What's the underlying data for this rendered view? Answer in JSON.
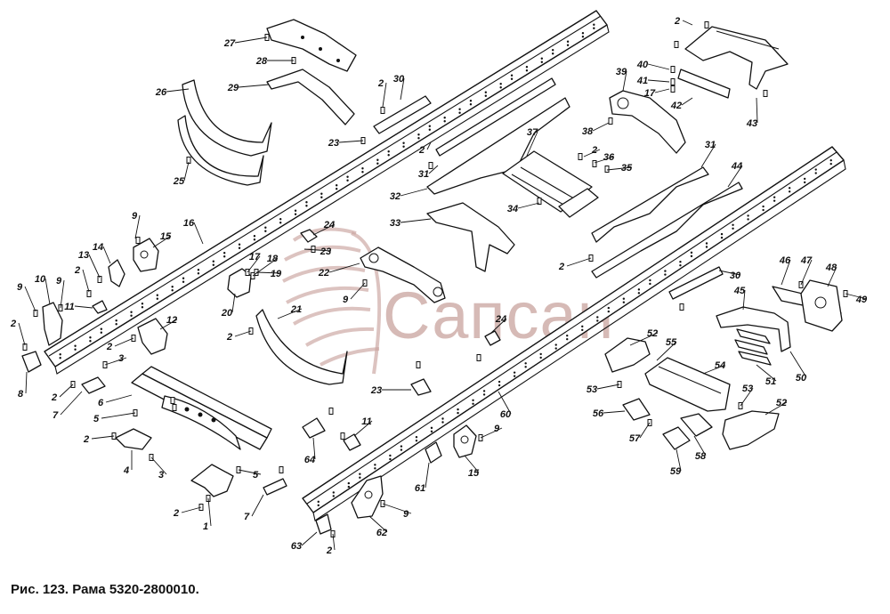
{
  "caption": "Рис. 123. Рама 5320-2800010.",
  "watermark": {
    "text": "Сапсан",
    "color": "#c9a39e"
  },
  "labels": [
    {
      "id": "l27",
      "text": "27"
    },
    {
      "id": "l28",
      "text": "28"
    },
    {
      "id": "l29",
      "text": "29"
    },
    {
      "id": "l26",
      "text": "26"
    },
    {
      "id": "l25",
      "text": "25"
    },
    {
      "id": "l2a",
      "text": "2"
    },
    {
      "id": "l30a",
      "text": "30"
    },
    {
      "id": "l23a",
      "text": "23"
    },
    {
      "id": "l31a",
      "text": "31"
    },
    {
      "id": "l2b",
      "text": "2"
    },
    {
      "id": "l32",
      "text": "32"
    },
    {
      "id": "l37",
      "text": "37"
    },
    {
      "id": "l2c",
      "text": "2"
    },
    {
      "id": "l36",
      "text": "36"
    },
    {
      "id": "l35",
      "text": "35"
    },
    {
      "id": "l34",
      "text": "34"
    },
    {
      "id": "l38",
      "text": "38"
    },
    {
      "id": "l39",
      "text": "39"
    },
    {
      "id": "l40",
      "text": "40"
    },
    {
      "id": "l41",
      "text": "41"
    },
    {
      "id": "l17a",
      "text": "17"
    },
    {
      "id": "l42",
      "text": "42"
    },
    {
      "id": "l43",
      "text": "43"
    },
    {
      "id": "l2d",
      "text": "2"
    },
    {
      "id": "l31b",
      "text": "31"
    },
    {
      "id": "l44",
      "text": "44"
    },
    {
      "id": "l2e",
      "text": "2"
    },
    {
      "id": "l16",
      "text": "16"
    },
    {
      "id": "l33",
      "text": "33"
    },
    {
      "id": "l24a",
      "text": "24"
    },
    {
      "id": "l23b",
      "text": "23"
    },
    {
      "id": "l22",
      "text": "22"
    },
    {
      "id": "l9a",
      "text": "9"
    },
    {
      "id": "l17b",
      "text": "17"
    },
    {
      "id": "l18",
      "text": "18"
    },
    {
      "id": "l19",
      "text": "19"
    },
    {
      "id": "l20",
      "text": "20"
    },
    {
      "id": "l21",
      "text": "21"
    },
    {
      "id": "l2f",
      "text": "2"
    },
    {
      "id": "l9b",
      "text": "9"
    },
    {
      "id": "l15a",
      "text": "15"
    },
    {
      "id": "l13",
      "text": "13"
    },
    {
      "id": "l14",
      "text": "14"
    },
    {
      "id": "l2g",
      "text": "2"
    },
    {
      "id": "l9c",
      "text": "9"
    },
    {
      "id": "l10",
      "text": "10"
    },
    {
      "id": "l9d",
      "text": "9"
    },
    {
      "id": "l11a",
      "text": "11"
    },
    {
      "id": "l12",
      "text": "12"
    },
    {
      "id": "l2h",
      "text": "2"
    },
    {
      "id": "l2i",
      "text": "2"
    },
    {
      "id": "l8",
      "text": "8"
    },
    {
      "id": "l3a",
      "text": "3"
    },
    {
      "id": "l2j",
      "text": "2"
    },
    {
      "id": "l7a",
      "text": "7"
    },
    {
      "id": "l6",
      "text": "6"
    },
    {
      "id": "l5a",
      "text": "5"
    },
    {
      "id": "l2k",
      "text": "2"
    },
    {
      "id": "l4",
      "text": "4"
    },
    {
      "id": "l3b",
      "text": "3"
    },
    {
      "id": "l5b",
      "text": "5"
    },
    {
      "id": "l2l",
      "text": "2"
    },
    {
      "id": "l1",
      "text": "1"
    },
    {
      "id": "l7b",
      "text": "7"
    },
    {
      "id": "l30b",
      "text": "30"
    },
    {
      "id": "l45",
      "text": "45"
    },
    {
      "id": "l46",
      "text": "46"
    },
    {
      "id": "l47",
      "text": "47"
    },
    {
      "id": "l48",
      "text": "48"
    },
    {
      "id": "l49",
      "text": "49"
    },
    {
      "id": "l24b",
      "text": "24"
    },
    {
      "id": "l23c",
      "text": "23"
    },
    {
      "id": "l52a",
      "text": "52"
    },
    {
      "id": "l55",
      "text": "55"
    },
    {
      "id": "l53a",
      "text": "53"
    },
    {
      "id": "l54",
      "text": "54"
    },
    {
      "id": "l51",
      "text": "51"
    },
    {
      "id": "l50",
      "text": "50"
    },
    {
      "id": "l53b",
      "text": "53"
    },
    {
      "id": "l52b",
      "text": "52"
    },
    {
      "id": "l56",
      "text": "56"
    },
    {
      "id": "l57",
      "text": "57"
    },
    {
      "id": "l58",
      "text": "58"
    },
    {
      "id": "l59",
      "text": "59"
    },
    {
      "id": "l60",
      "text": "60"
    },
    {
      "id": "l11b",
      "text": "11"
    },
    {
      "id": "l64",
      "text": "64"
    },
    {
      "id": "l9e",
      "text": "9"
    },
    {
      "id": "l15b",
      "text": "15"
    },
    {
      "id": "l61",
      "text": "61"
    },
    {
      "id": "l9f",
      "text": "9"
    },
    {
      "id": "l62",
      "text": "62"
    },
    {
      "id": "l63",
      "text": "63"
    },
    {
      "id": "l2m",
      "text": "2"
    }
  ]
}
